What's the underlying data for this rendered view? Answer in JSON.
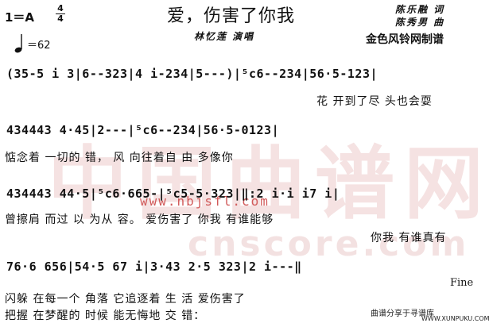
{
  "header": {
    "key": "1＝A",
    "time_top": "4",
    "time_bottom": "4",
    "tempo": "＝62",
    "title": "爱，伤害了你我",
    "singer": "林忆莲  演唱",
    "lyricist": "陈乐融  词",
    "composer": "陈秀男  曲",
    "maker": "金色风铃网制谱"
  },
  "watermarks": {
    "big": "中国曲谱网",
    "url": "www.nbjsfl.com",
    "url2": "cnscore.com"
  },
  "rows": [
    {
      "notes": "(35-5 i 3|6--323|4 i-234|5---)|⁵c6--234|56·5-123|",
      "lyrics": [
        {
          "text": "花  开到了尽  头也会耍"
        }
      ]
    },
    {
      "notes": "434443 4·45|2---|⁵c6--234|56·5-0123|",
      "lyrics": [
        {
          "text": "惦念着  一切的  错，      风    向往着自  由    多像你"
        }
      ]
    },
    {
      "notes": "434443 44·5|⁵c6·665-|⁵c5-5·323|‖:2 i·i i7 i|",
      "lyrics": [
        {
          "text": "曾擦肩  而过  以  为从  容。      爱伤害了      你我  有谁能够"
        },
        {
          "text": "你我  有谁真有"
        }
      ]
    },
    {
      "notes": "76·6 656|54·5 67 i|3·43 2·5 323|2 i---‖",
      "lyrics": [
        {
          "text": "闪躲  在每一个    角落  它追逐着    生           活   爱伤害了"
        },
        {
          "text": "把握  在梦醒的    时候  能无悔地    交           错："
        }
      ]
    }
  ],
  "fine": "Fine",
  "footer": {
    "text": "曲谱分享于寻谱库",
    "url": "WWW.XUNPUKU.COM"
  }
}
